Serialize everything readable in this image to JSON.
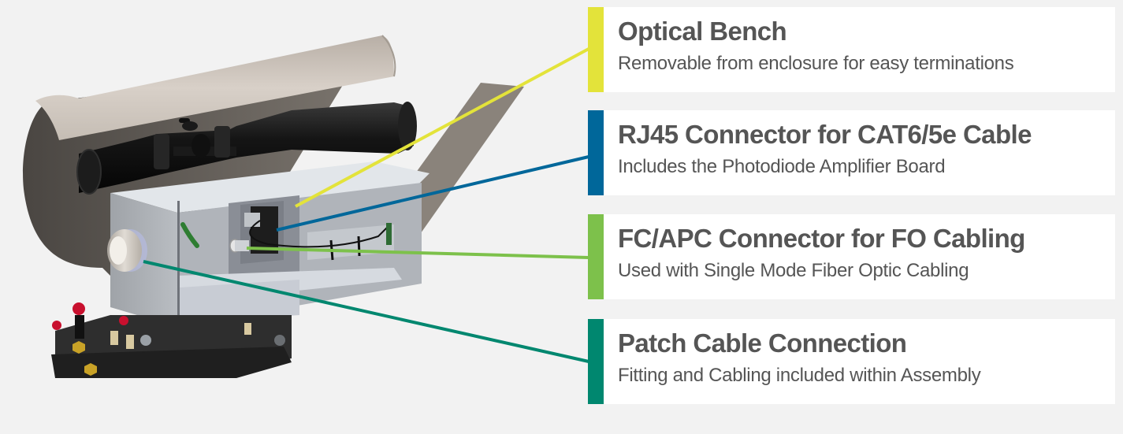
{
  "callouts": [
    {
      "title": "Optical Bench",
      "description": "Removable from enclosure for easy terminations",
      "color": "#e3e33a"
    },
    {
      "title": "RJ45 Connector for CAT6/5e Cable",
      "description": "Includes the Photodiode Amplifier Board",
      "color": "#00679a"
    },
    {
      "title": "FC/APC Connector for FO Cabling",
      "description": "Used with Single Mode Fiber Optic Cabling",
      "color": "#7dc14b"
    },
    {
      "title": "Patch Cable Connection",
      "description": "Fitting and Cabling included within Assembly",
      "color": "#00876f"
    }
  ],
  "illustration": {
    "subject": "sensor-enclosure-assembly",
    "parts": [
      "sun-shield-hood",
      "rifle-scope",
      "optical-bench-housing",
      "rj45-connector",
      "fc-apc-connector",
      "patch-cable-fitting",
      "mounting-base"
    ]
  },
  "colors": {
    "background": "#f2f2f2",
    "card": "#ffffff",
    "text": "#555555"
  }
}
